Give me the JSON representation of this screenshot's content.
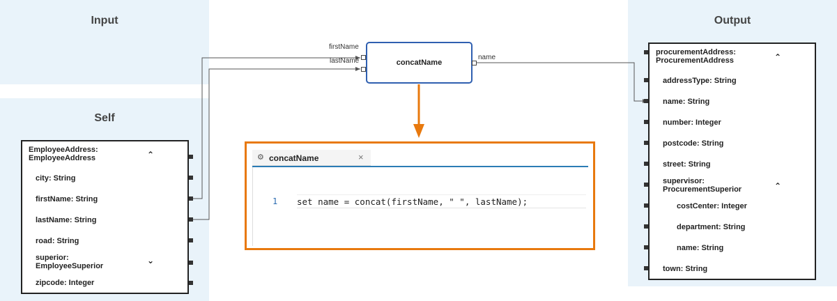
{
  "panels": {
    "input_title": "Input",
    "self_title": "Self",
    "output_title": "Output"
  },
  "self_box": {
    "header": [
      "EmployeeAddress:",
      "EmployeeAddress"
    ],
    "fields": [
      {
        "label": "city: String"
      },
      {
        "label": "firstName: String"
      },
      {
        "label": "lastName: String"
      },
      {
        "label": "road: String"
      },
      {
        "label": "superior:\nEmployeeSuperior"
      },
      {
        "label": "zipcode: Integer"
      }
    ]
  },
  "function_node": {
    "name": "concatName",
    "inputs": [
      "firstName",
      "lastName"
    ],
    "output": "name"
  },
  "editor": {
    "tab_label": "concatName",
    "close_glyph": "×",
    "gear_glyph": "⚙",
    "line_number": "1",
    "code": "set name = concat(firstName, \" \", lastName);"
  },
  "output_box": {
    "header": [
      "procurementAddress:",
      "ProcurementAddress"
    ],
    "fields": [
      {
        "label": "addressType: String"
      },
      {
        "label": "name: String"
      },
      {
        "label": "number: Integer"
      },
      {
        "label": "postcode: String"
      },
      {
        "label": "street: String"
      },
      {
        "label": "supervisor:\nProcurementSuperior"
      },
      {
        "label": "costCenter: Integer"
      },
      {
        "label": "department: String"
      },
      {
        "label": "name: String"
      },
      {
        "label": "town: String"
      }
    ]
  },
  "glyphs": {
    "collapse": "⌃",
    "expand": "⌄"
  },
  "colors": {
    "panel": "#e9f3fa",
    "function_border": "#2f5fb0",
    "editor_border": "#e8790e",
    "arrow": "#e8790e",
    "tab_underline": "#2b7cb5"
  }
}
